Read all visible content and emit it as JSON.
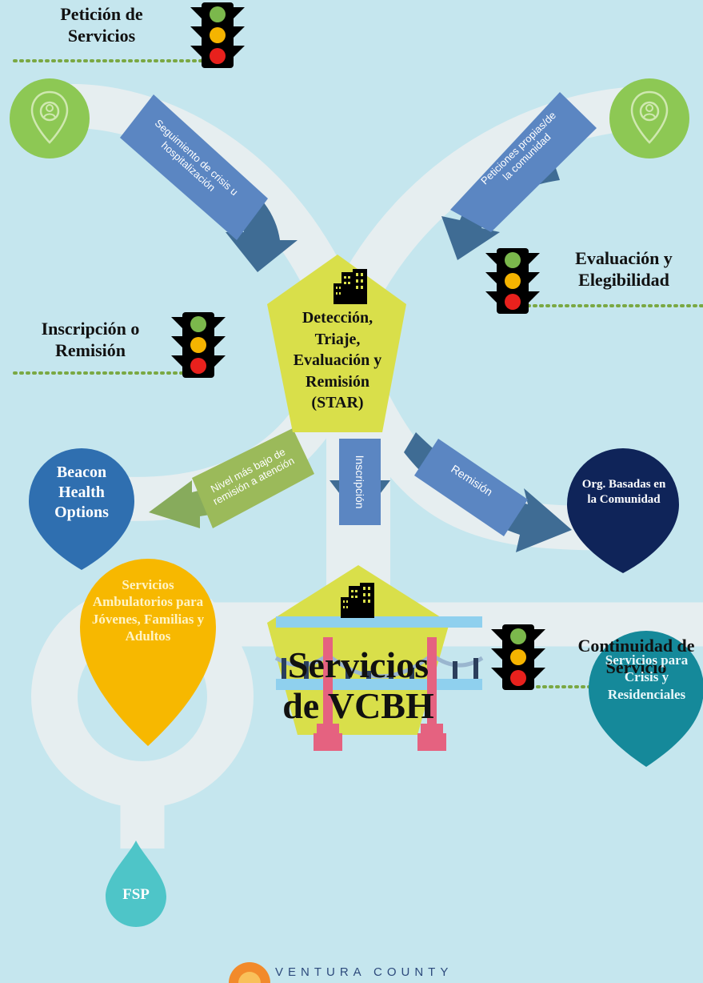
{
  "stages": {
    "peticion": "Petición de Servicios",
    "evaluacion": "Evaluación y Elegibilidad",
    "inscripcion": "Inscripción o Remisión",
    "continuidad": "Continuidad de Servicio"
  },
  "arrows": {
    "seguimiento": "Seguimiento de crisis u hospitalización",
    "peticiones": "Peticiones propias/de la comunidad",
    "nivel": "Nivel más bajo de remisión a atención",
    "inscripcion": "Inscripción",
    "remision": "Remisión"
  },
  "hubs": {
    "star": "Detección, Triaje, Evaluación y Remisión (STAR)",
    "vcbh": "Servicios de VCBH"
  },
  "destinations": {
    "beacon": "Beacon Health Options",
    "org": "Org. Basadas en la Comunidad",
    "ambulatorios": "Servicios Ambulatorios para Jóvenes, Familias y Adultos",
    "crisis": "Servicios para Crisis y Residenciales",
    "fsp": "FSP"
  },
  "logo": "VENTURA COUNTY",
  "colors": {
    "background": "#c5e6ee",
    "road": "#e6eef0",
    "pin_green": "#8dc854",
    "arrow_blue": "#5b86c2",
    "arrow_green": "#9bba5a",
    "pentagon": "#d9df4a",
    "beacon": "#2f6fb0",
    "org": "#0f2459",
    "ambulatorios": "#f7b800",
    "crisis": "#15899a",
    "fsp": "#4ec5c8",
    "bridge_tower": "#e56280",
    "bridge_deck": "#8fd0ee"
  }
}
